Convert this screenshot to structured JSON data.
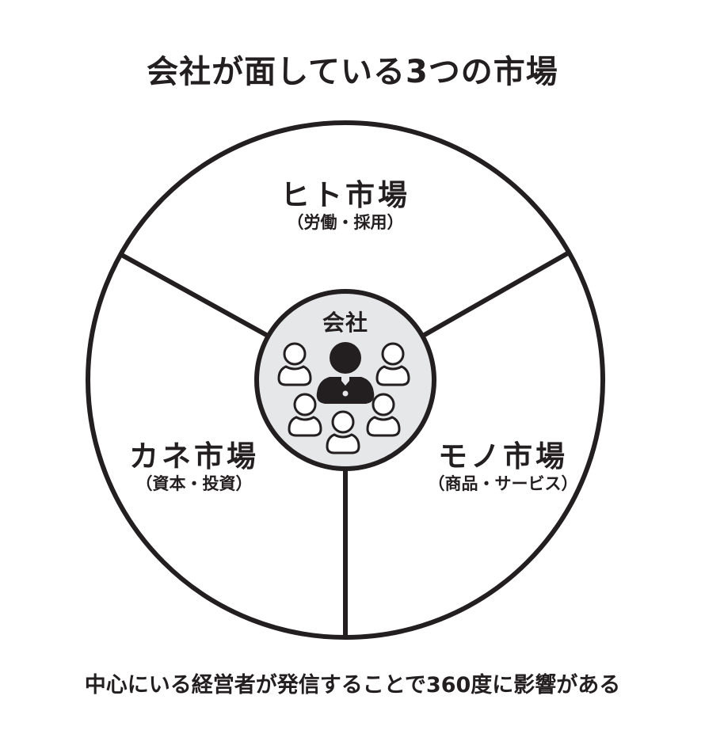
{
  "title": "会社が面している3つの市場",
  "caption": "中心にいる経営者が発信することで360度に影響がある",
  "colors": {
    "stroke": "#231f20",
    "center_fill": "#e6e7e8",
    "background": "#ffffff"
  },
  "center": {
    "label": "会社",
    "icons": [
      "leader-person-icon",
      "employee-person-icon"
    ]
  },
  "segments": [
    {
      "name": "ヒト市場",
      "sub": "（労働・採用）"
    },
    {
      "name": "カネ市場",
      "sub": "（資本・投資）"
    },
    {
      "name": "モノ市場",
      "sub": "（商品・サービス）"
    }
  ]
}
